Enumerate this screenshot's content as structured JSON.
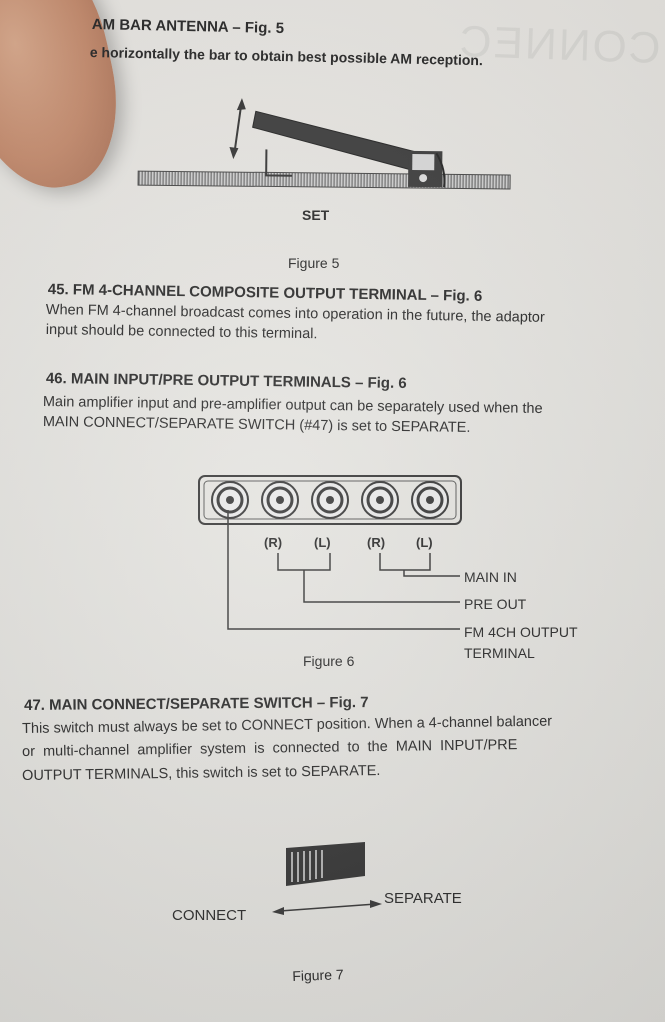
{
  "section_am": {
    "heading": "AM BAR ANTENNA – Fig. 5",
    "body": "e horizontally the bar to obtain best possible AM reception."
  },
  "figure5": {
    "set_label": "SET",
    "caption": "Figure 5"
  },
  "section45": {
    "heading": "45.  FM 4-CHANNEL COMPOSITE OUTPUT TERMINAL – Fig. 6",
    "body_lines": [
      "When FM 4-channel broadcast comes into operation in the future, the adaptor",
      "input should be connected to this terminal."
    ]
  },
  "section46": {
    "heading": "46.  MAIN INPUT/PRE OUTPUT TERMINALS – Fig. 6",
    "body_lines": [
      "Main amplifier input and pre-amplifier output can be separately used when the",
      "MAIN CONNECT/SEPARATE SWITCH (#47) is set to SEPARATE."
    ]
  },
  "figure6": {
    "channel_labels": [
      "(R)",
      "(L)",
      "(R)",
      "(L)"
    ],
    "main_in": "MAIN IN",
    "pre_out": "PRE OUT",
    "fm_output_line1": "FM 4CH OUTPUT",
    "fm_output_line2": "TERMINAL",
    "caption": "Figure 6"
  },
  "section47": {
    "heading": "47.  MAIN CONNECT/SEPARATE SWITCH – Fig. 7",
    "body_lines": [
      "This switch must always be set to CONNECT position. When a 4-channel balancer",
      "or multi-channel amplifier system is connected to the MAIN INPUT/PRE",
      "OUTPUT TERMINALS, this switch is set to SEPARATE."
    ]
  },
  "figure7": {
    "connect": "CONNECT",
    "separate": "SEPARATE",
    "caption": "Figure 7"
  }
}
